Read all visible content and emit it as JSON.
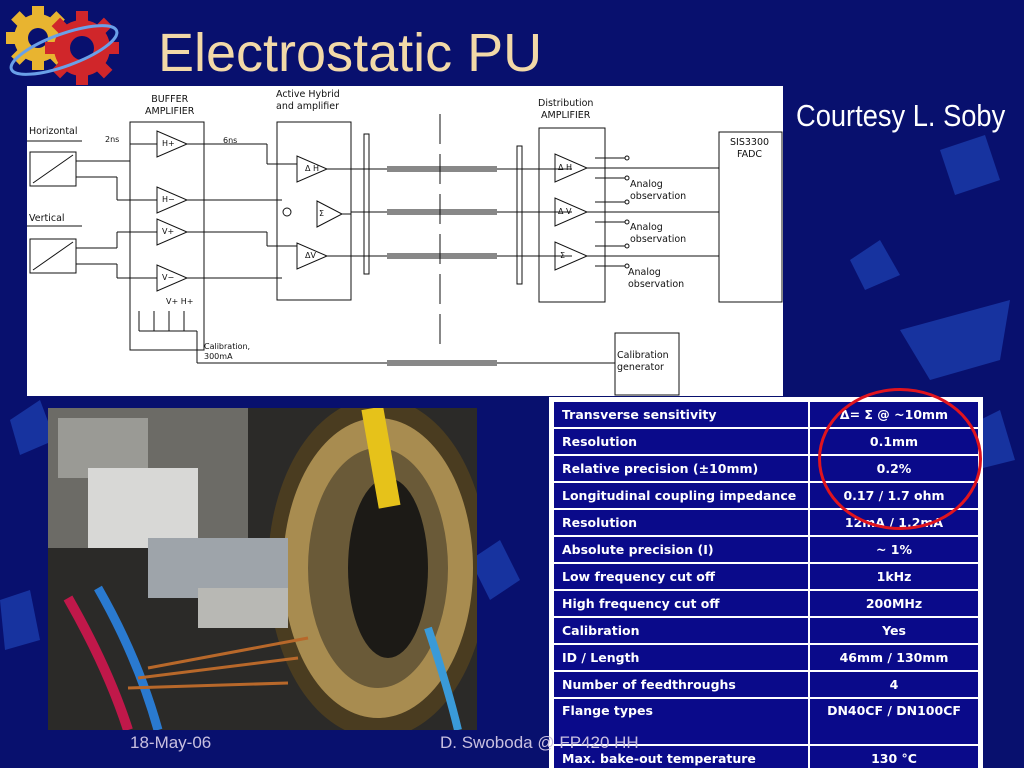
{
  "title": "Electrostatic PU",
  "courtesy": "Courtesy L. Soby",
  "diagram": {
    "buffer_amplifier": "BUFFER\nAMPLIFIER",
    "active_hybrid": "Active Hybrid\nand amplifier",
    "distribution_amplifier": "Distribution\nAMPLIFIER",
    "fadc": "SIS3300\nFADC",
    "horizontal": "Horizontal",
    "vertical": "Vertical",
    "t1": "2ns",
    "t2": "6ns",
    "amp_hp": "H+",
    "amp_hm": "H−",
    "amp_vp": "V+",
    "amp_vm": "V−",
    "vh_plus": "V+ H+",
    "hyb_dh": "Δ H",
    "hyb_sigma": "Σ",
    "hyb_dv": "ΔV",
    "dist_dh": "Δ H",
    "dist_dv": "Δ V",
    "dist_sigma": "Σ",
    "analog1": "Analog\nobservation",
    "analog2": "Analog\nobservation",
    "analog3": "Analog\nobservation",
    "calibration_label": "Calibration,\n300mA",
    "calibration_generator": "Calibration\ngenerator"
  },
  "specs": [
    {
      "param": "Transverse sensitivity",
      "value": "Δ= Σ @ ~10mm"
    },
    {
      "param": "Resolution",
      "value": "0.1mm"
    },
    {
      "param": "Relative precision (±10mm)",
      "value": "0.2%"
    },
    {
      "param": "Longitudinal coupling impedance",
      "value": "0.17 / 1.7 ohm"
    },
    {
      "param": "Resolution",
      "value": "12mA / 1.2mA"
    },
    {
      "param": "Absolute precision (I)",
      "value": "~ 1%"
    },
    {
      "param": "Low frequency cut off",
      "value": "1kHz"
    },
    {
      "param": "High frequency cut off",
      "value": "200MHz"
    },
    {
      "param": "Calibration",
      "value": "Yes"
    },
    {
      "param": "ID / Length",
      "value": "46mm / 130mm"
    },
    {
      "param": "Number of feedthroughs",
      "value": "4"
    },
    {
      "param": "Flange types",
      "value": "DN40CF / DN100CF"
    },
    {
      "param": "Max. bake-out temperature",
      "value": "130 °C"
    }
  ],
  "footer": {
    "date": "18-May-06",
    "author": "D. Swoboda @ FP420 HH"
  }
}
